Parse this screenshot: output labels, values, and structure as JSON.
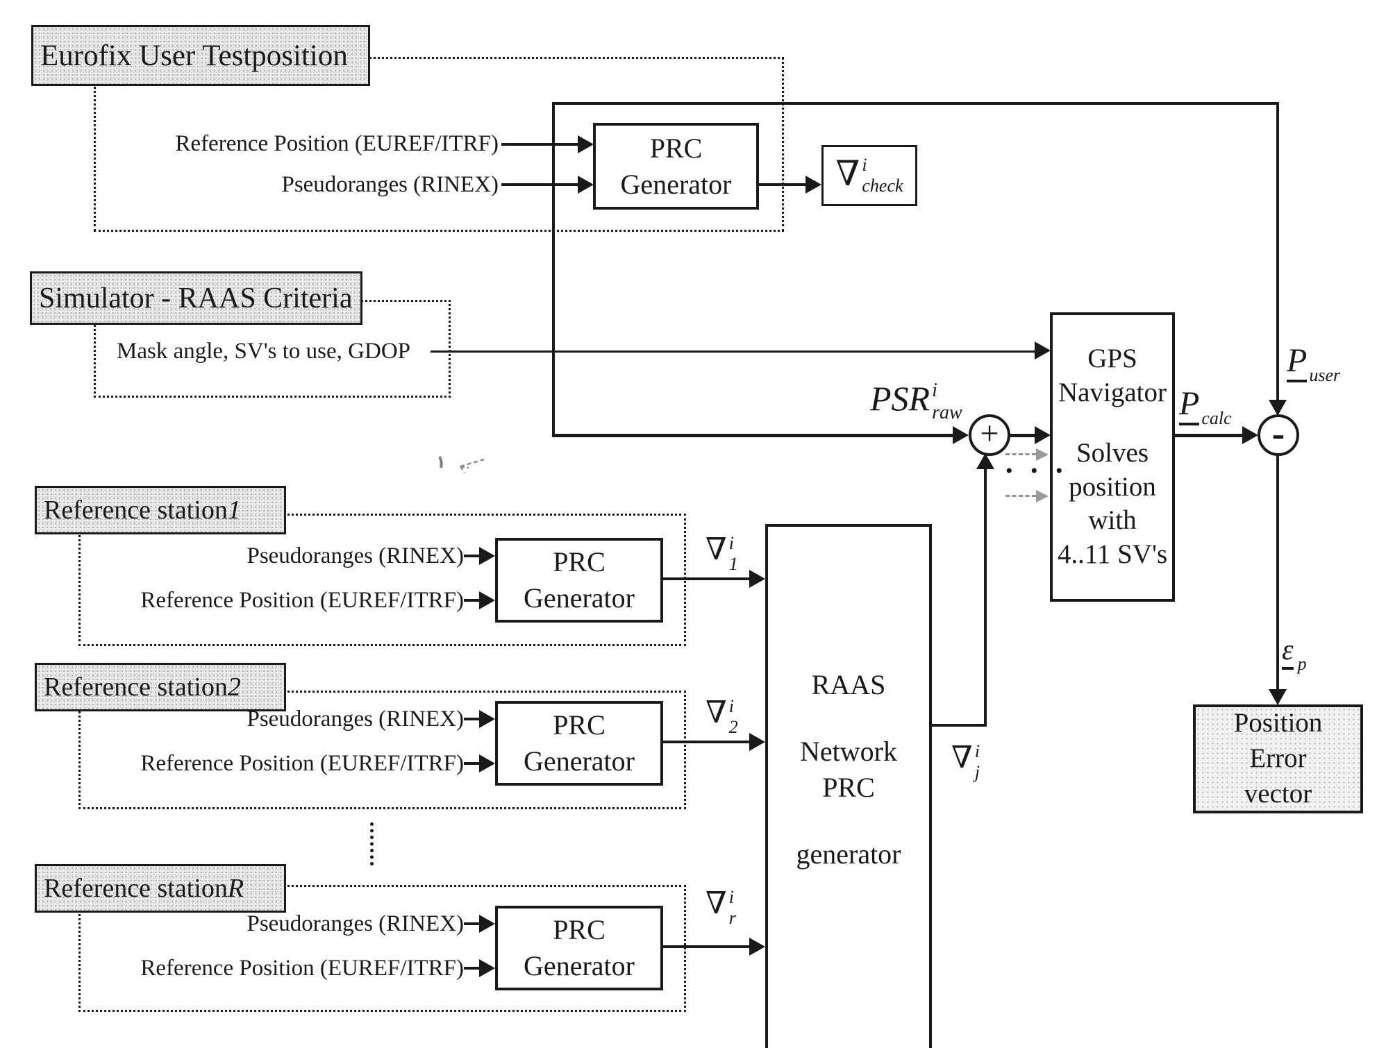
{
  "sections": {
    "eurofix": {
      "label": "Eurofix User Testposition"
    },
    "simulator": {
      "label": "Simulator - RAAS Criteria"
    },
    "station1": {
      "label_prefix": "Reference station ",
      "label_id": "1"
    },
    "station2": {
      "label_prefix": "Reference station ",
      "label_id": "2"
    },
    "stationR": {
      "label_prefix": "Reference station ",
      "label_id": "R"
    }
  },
  "inputs": {
    "reference_position": "Reference Position (EUREF/ITRF)",
    "pseudoranges": "Pseudoranges (RINEX)",
    "mask_criteria": "Mask angle, SV's to use, GDOP"
  },
  "blocks": {
    "prc_generator": {
      "line1": "PRC",
      "line2": "Generator"
    },
    "gps_navigator": {
      "title1": "GPS",
      "title2": "Navigator",
      "body1": "Solves",
      "body2": "position",
      "body3": "with",
      "body4": "4..11 SV's"
    },
    "raas": {
      "line1": "RAAS",
      "line2": "Network",
      "line3": "PRC",
      "line4": "generator"
    },
    "position_error": {
      "line1": "Position",
      "line2": "Error",
      "line3": "vector"
    }
  },
  "math": {
    "nabla_check": {
      "main": "∇",
      "sup": "i",
      "sub": "check"
    },
    "nabla_1": {
      "main": "∇",
      "sup": "i",
      "sub": "1"
    },
    "nabla_2": {
      "main": "∇",
      "sup": "i",
      "sub": "2"
    },
    "nabla_r": {
      "main": "∇",
      "sup": "i",
      "sub": "r"
    },
    "nabla_j": {
      "main": "∇",
      "sup": "i",
      "sub": "j"
    },
    "psr_raw": {
      "main": "PSR",
      "sup": "i",
      "sub": "raw"
    },
    "p_user": {
      "main": "P",
      "sub": "user"
    },
    "p_calc": {
      "main": "P",
      "sub": "calc"
    },
    "epsilon_p": {
      "main": "ε",
      "sub": "p"
    },
    "plus_sign": "+",
    "minus_sign": "-",
    "h_ellipsis": "• • •"
  },
  "colors": {
    "ink": "#1a1a1a",
    "stipple_bg": "#ededed",
    "paper": "#ffffff",
    "faded_gray": "#9a9a9a"
  }
}
